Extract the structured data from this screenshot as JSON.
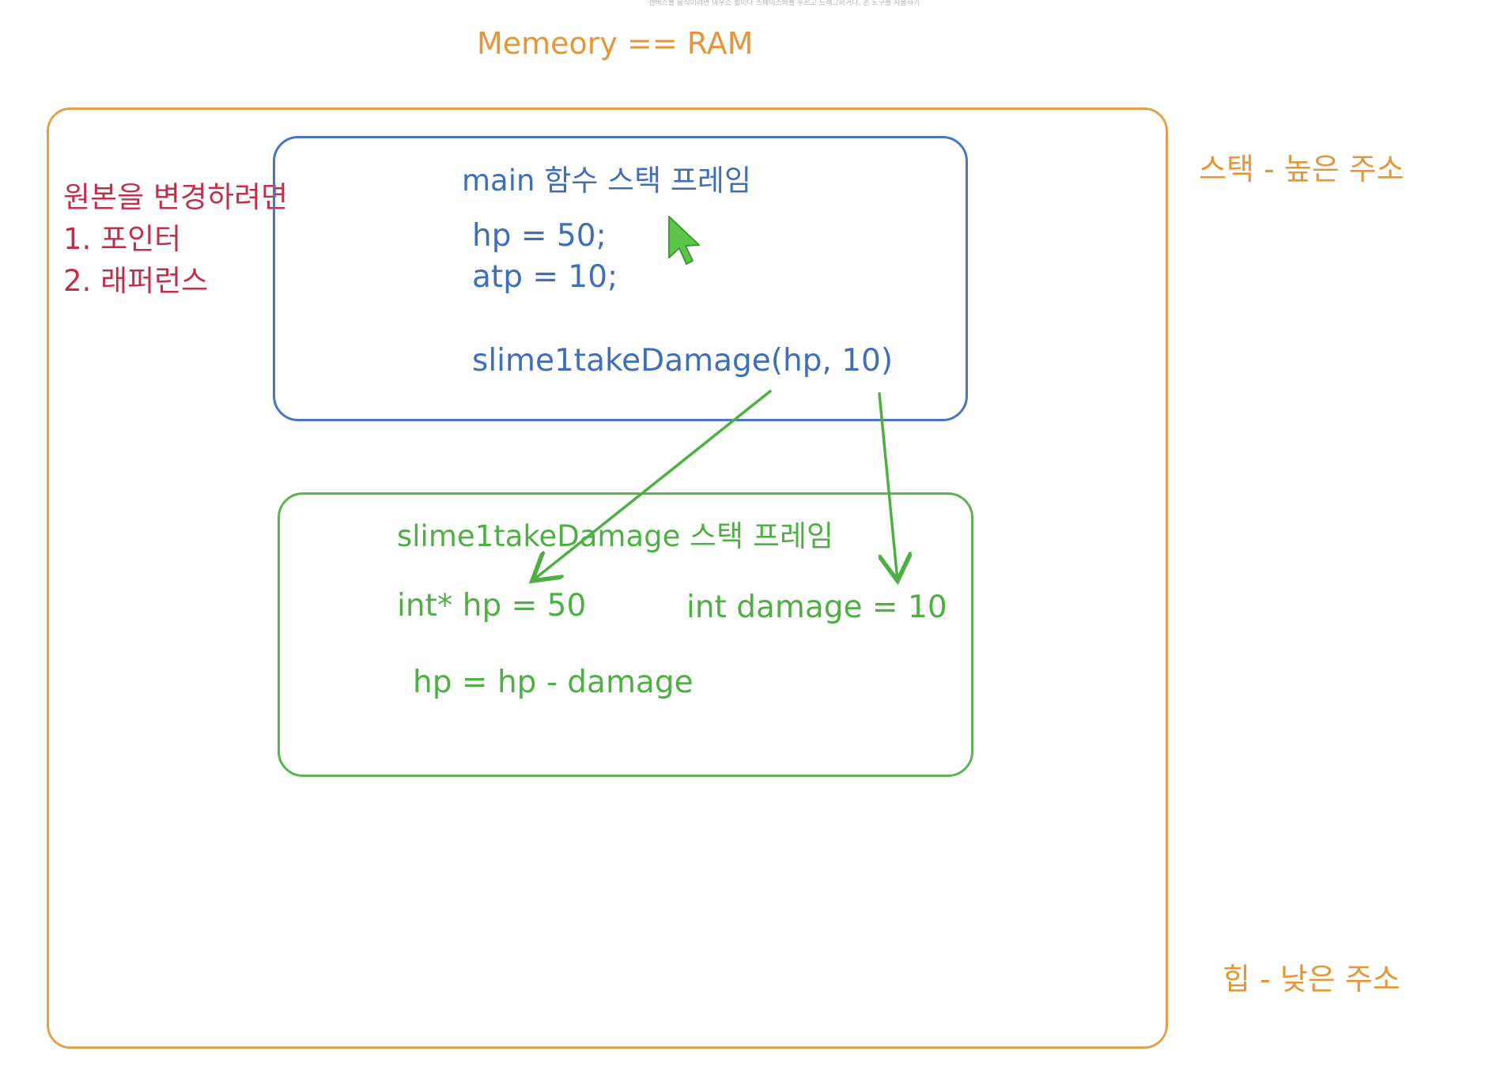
{
  "hint_text": "캔버스를 움직이려면 마우스 휠이나 스페이스바를 누르고 드래그하거나, 손 도구를 사용하기",
  "title": "Memeory == RAM",
  "stack_label": "스택 - 높은 주소",
  "heap_label": "힙 - 낮은 주소",
  "note": {
    "heading": "원본을 변경하려면",
    "items": [
      "1. 포인터",
      "2. 래퍼런스"
    ]
  },
  "main_frame": {
    "title": "main 함수 스택 프레임",
    "lines": [
      "hp = 50;",
      "atp = 10;",
      "slime1takeDamage(hp, 10)"
    ]
  },
  "slime_frame": {
    "title": "slime1takeDamage 스택 프레임",
    "param_hp": "int* hp = 50",
    "param_damage": "int damage = 10",
    "statement": "hp = hp - damage"
  },
  "colors": {
    "memory": "#e3973a",
    "main_frame": "#3f6fb9",
    "slime_frame": "#4faf45",
    "note": "#c0304a",
    "cursor": "#5cc54a"
  },
  "icons": {
    "cursor": "cursor-arrow-icon"
  }
}
